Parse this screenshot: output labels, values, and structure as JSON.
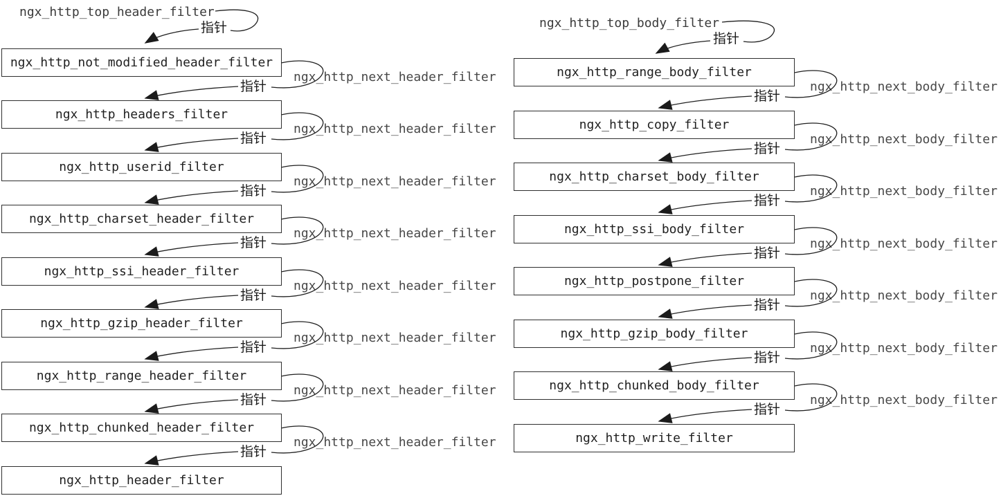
{
  "diagram": {
    "labels": {
      "pointer": "指针"
    },
    "header_chain": {
      "entry": "ngx_http_top_header_filter",
      "link_label": "ngx_http_next_header_filter",
      "boxes": [
        "ngx_http_not_modified_header_filter",
        "ngx_http_headers_filter",
        "ngx_http_userid_filter",
        "ngx_http_charset_header_filter",
        "ngx_http_ssi_header_filter",
        "ngx_http_gzip_header_filter",
        "ngx_http_range_header_filter",
        "ngx_http_chunked_header_filter",
        "ngx_http_header_filter"
      ]
    },
    "body_chain": {
      "entry": "ngx_http_top_body_filter",
      "link_label": "ngx_http_next_body_filter",
      "boxes": [
        "ngx_http_range_body_filter",
        "ngx_http_copy_filter",
        "ngx_http_charset_body_filter",
        "ngx_http_ssi_body_filter",
        "ngx_http_postpone_filter",
        "ngx_http_gzip_body_filter",
        "ngx_http_chunked_body_filter",
        "ngx_http_write_filter"
      ]
    }
  }
}
